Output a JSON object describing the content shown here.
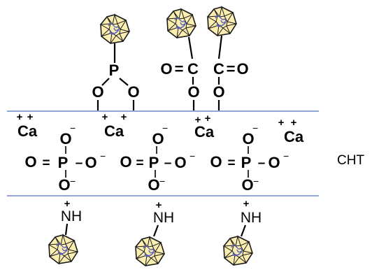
{
  "atoms": {
    "phosphorus": "P",
    "oxygen": "O",
    "carbon": "C",
    "calcium": "Ca",
    "amine": "NH",
    "double_bond": "=",
    "single_bond": "–",
    "minus": "−",
    "plus": "+"
  },
  "material_label": "CHT",
  "protein_icon": "protein-molecule-icon",
  "colors": {
    "surface_line": "#8fa7d6",
    "protein_fill": "#fbeeb0",
    "protein_scribble": "#5b5fb8"
  }
}
